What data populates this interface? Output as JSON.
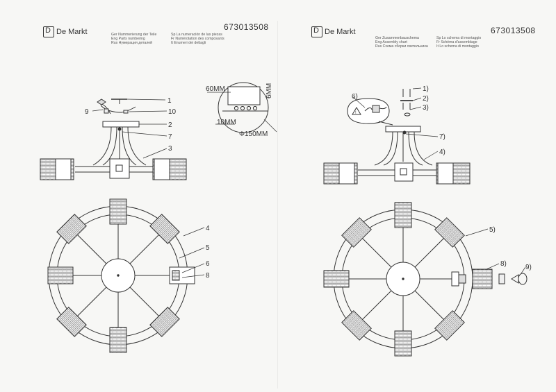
{
  "brand": "De Markt",
  "left": {
    "code": "673013508",
    "legend_col1": [
      "Ger Nummerierung der Teile",
      "Eng Parts numbering",
      "Rus Нумерация деталей"
    ],
    "legend_col2": [
      "Sp La numeración de las piezas",
      "Fr Numérotation des composants",
      "It Enumeri dei dettagli"
    ],
    "callouts": [
      "1",
      "9",
      "10",
      "2",
      "7",
      "3",
      "4",
      "5",
      "6",
      "8"
    ],
    "dims": {
      "w": "60MM",
      "h": "6MM",
      "s": "10MM",
      "d": "Φ150MM"
    }
  },
  "right": {
    "code": "673013508",
    "legend_col1": [
      "Ger Zusammenbauschema",
      "Eng Assembly chart",
      "Rus Схема сборки светильника"
    ],
    "legend_col2": [
      "Sp Lo schema di montaggio",
      "Fr Schéma d'assemblage",
      "It Lo schema di montaggio"
    ],
    "callouts": [
      "1)",
      "2)",
      "3)",
      "6)",
      "7)",
      "4)",
      "5)",
      "8)",
      "9)"
    ]
  }
}
